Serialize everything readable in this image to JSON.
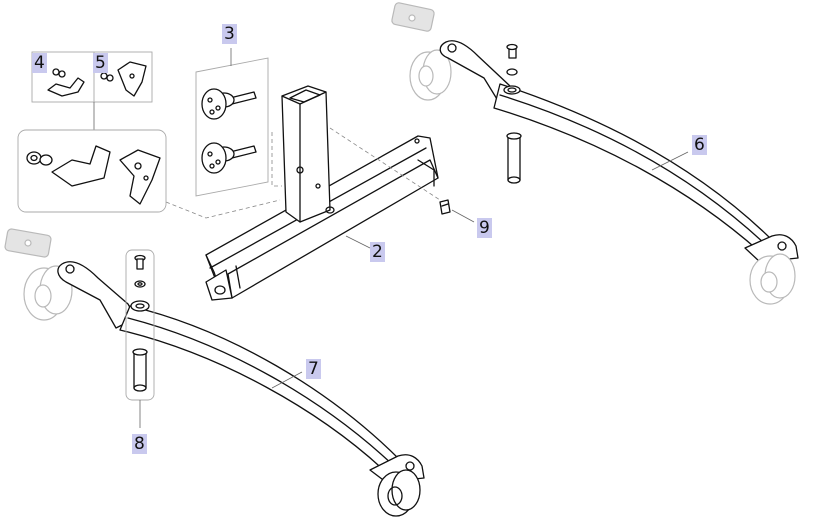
{
  "callouts": {
    "c2": "2",
    "c3": "3",
    "c4": "4",
    "c5": "5",
    "c6": "6",
    "c7": "7",
    "c8": "8",
    "c9": "9"
  },
  "colors": {
    "callout_bg": "#c9c9ee",
    "line": "#111111",
    "ghost": "#b9b9b9"
  }
}
